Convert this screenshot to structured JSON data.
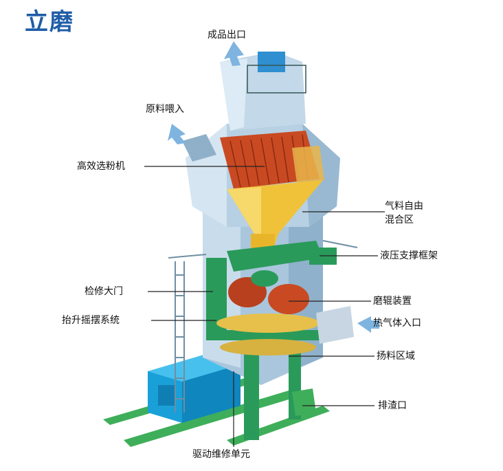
{
  "title": "立磨",
  "labels": {
    "product_outlet": "成品出口",
    "raw_feed": "原料喂入",
    "separator": "高效选粉机",
    "gas_mix_line1": "气料自由",
    "gas_mix_line2": "混合区",
    "hydraulic_frame": "液压支撑框架",
    "maintenance_door": "检修大门",
    "lift_swing": "抬升摇摆系统",
    "roller_device": "磨辊装置",
    "hot_gas_inlet": "热气体入口",
    "lifting_zone": "扬料区域",
    "slag_outlet": "排渣口",
    "drive_unit": "驱动维修单元"
  },
  "colors": {
    "title": "#1f5ea8",
    "body_steel": "#a9c6dc",
    "separator_red": "#c94a22",
    "cone_yellow": "#f0c23a",
    "frame_green": "#2a9a5a",
    "drive_blue": "#1aa0d8",
    "arrow_blue": "#7fb4e0"
  }
}
